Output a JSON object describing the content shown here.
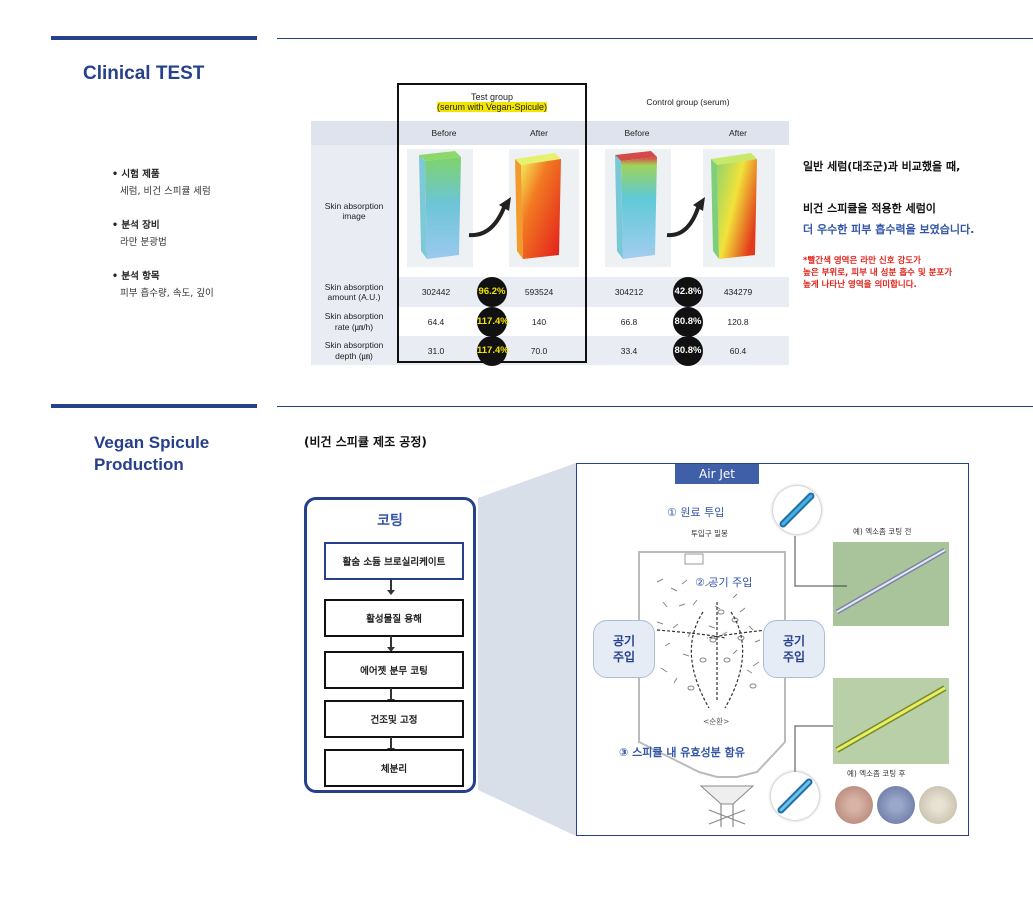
{
  "sections": {
    "clinical": {
      "title": "Clinical TEST"
    },
    "production": {
      "title_line1": "Vegan Spicule",
      "title_line2": "Production"
    }
  },
  "clinical_bullets": [
    {
      "heading": "시험 제품",
      "text": "세럼, 비건 스피큘 세럼"
    },
    {
      "heading": "분석 장비",
      "text": "라만 분광법"
    },
    {
      "heading": "분석 항목",
      "text": "피부 흡수량, 속도, 깊이"
    }
  ],
  "table": {
    "test_group_line1": "Test group",
    "test_group_line2": "(serum with Vegan-Spicule)",
    "control_group": "Control group (serum)",
    "before": "Before",
    "after": "After",
    "image_label": "Skin absorption image",
    "rows": [
      {
        "label_line1": "Skin absorption",
        "label_line2": "amount (A.U.)",
        "test_before": "302442",
        "test_pct": "96.2%",
        "test_after": "593524",
        "ctrl_before": "304212",
        "ctrl_pct": "42.8%",
        "ctrl_after": "434279"
      },
      {
        "label_line1": "Skin absorption",
        "label_line2": "rate (㎛/h)",
        "test_before": "64.4",
        "test_pct": "117.4%",
        "test_after": "140",
        "ctrl_before": "66.8",
        "ctrl_pct": "80.8%",
        "ctrl_after": "120.8"
      },
      {
        "label_line1": "Skin absorption",
        "label_line2": "depth (㎛)",
        "test_before": "31.0",
        "test_pct": "117.4%",
        "test_after": "70.0",
        "ctrl_before": "33.4",
        "ctrl_pct": "80.8%",
        "ctrl_after": "60.4"
      }
    ]
  },
  "summary": {
    "line1": "일반 세럼(대조군)과 비교했을 때,",
    "line2": "비건 스피큘을 적용한 세럼이",
    "line3": "더 우수한 피부 흡수력을 보였습니다.",
    "note_line1": "*빨간색 영역은 라만 신호 강도가",
    "note_line2": "높은 부위로, 피부 내 성분 흡수 및 분포가",
    "note_line3": "높게 나타난 영역을 의미합니다."
  },
  "process": {
    "title": "(비건 스피큘 제조 공정)",
    "coating_title": "코팅",
    "steps": [
      "활숨 소듐 브로실리케이트",
      "활성물질 용해",
      "에어젯 분무 코팅",
      "건조및 고정",
      "체분리"
    ]
  },
  "airjet": {
    "title": "Air Jet",
    "step1": "① 원료 투입",
    "inlet_label": "투입구 밀봉",
    "step2": "② 공기 주입",
    "air_left_line1": "공기",
    "air_left_line2": "주입",
    "air_right_line1": "공기",
    "air_right_line2": "주입",
    "circulation": "<순환>",
    "step3": "③ 스피큘 내 유효성분 함유",
    "before_caption": "예) 엑소좀 코팅 전",
    "after_caption": "예) 엑소좀 코팅 후"
  },
  "colors": {
    "brand": "#27408b",
    "accent_blue": "#3355a6",
    "note_red": "#e0241b",
    "highlight": "#f2e600"
  }
}
